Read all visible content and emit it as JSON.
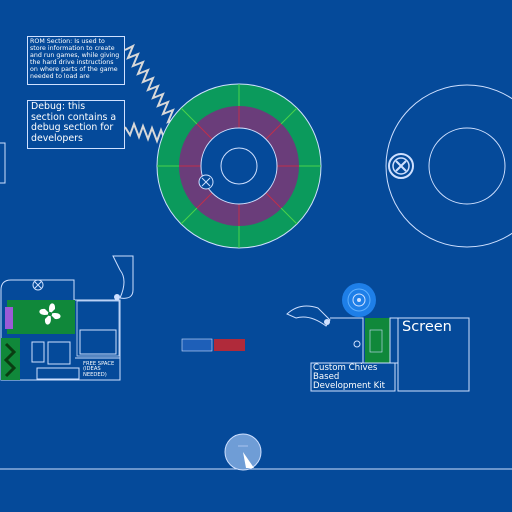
{
  "notes": {
    "rom": "ROM Section: Is used to store information to create and run games, while giving the hard drive instructions on where parts of the game needed to load are",
    "debug": "Debug: this section contains a debug section for developers"
  },
  "labels": {
    "screen": "Screen",
    "devkit": "Custom Chives Based Development Kit",
    "free_space": "FREE SPACE (IDEAS NEEDED)"
  },
  "icons": [
    "close-x-icon",
    "fan-icon",
    "cable-icon",
    "spring-icon",
    "speaker-icon",
    "dial-icon"
  ],
  "colors": {
    "background": "#054a9a",
    "line": "#cfe0ff",
    "disc_outer": "#0b9a5c",
    "disc_inner": "#6a3d7a",
    "divider_green": "#4bd24b",
    "divider_red": "#c0304a",
    "pcb_green": "#10883a",
    "speaker_blue": "#1e7fe8"
  }
}
